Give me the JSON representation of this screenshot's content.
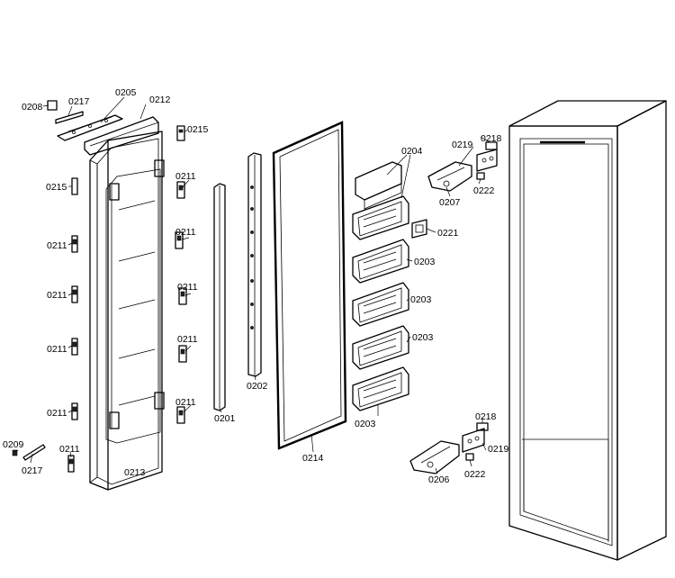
{
  "labels": {
    "l_0208": "0208",
    "l_0217a": "0217",
    "l_0205": "0205",
    "l_0212": "0212",
    "l_0215a": "0215",
    "l_0215b": "0215",
    "l_0211_r1": "0211",
    "l_0211_r2": "0211",
    "l_0211_r3": "0211",
    "l_0211_r4": "0211",
    "l_0211_r5": "0211",
    "l_0211_l1": "0211",
    "l_0211_l2": "0211",
    "l_0211_l3": "0211",
    "l_0211_l4": "0211",
    "l_0211_bottom": "0211",
    "l_0209": "0209",
    "l_0217b": "0217",
    "l_0213": "0213",
    "l_0201": "0201",
    "l_0202": "0202",
    "l_0214": "0214",
    "l_0204": "0204",
    "l_0221": "0221",
    "l_0203a": "0203",
    "l_0203b": "0203",
    "l_0203c": "0203",
    "l_0203d": "0203",
    "l_0219a": "0219",
    "l_0218a": "0218",
    "l_0222a": "0222",
    "l_0207": "0207",
    "l_0218b": "0218",
    "l_0219b": "0219",
    "l_0222b": "0222",
    "l_0206": "0206"
  }
}
